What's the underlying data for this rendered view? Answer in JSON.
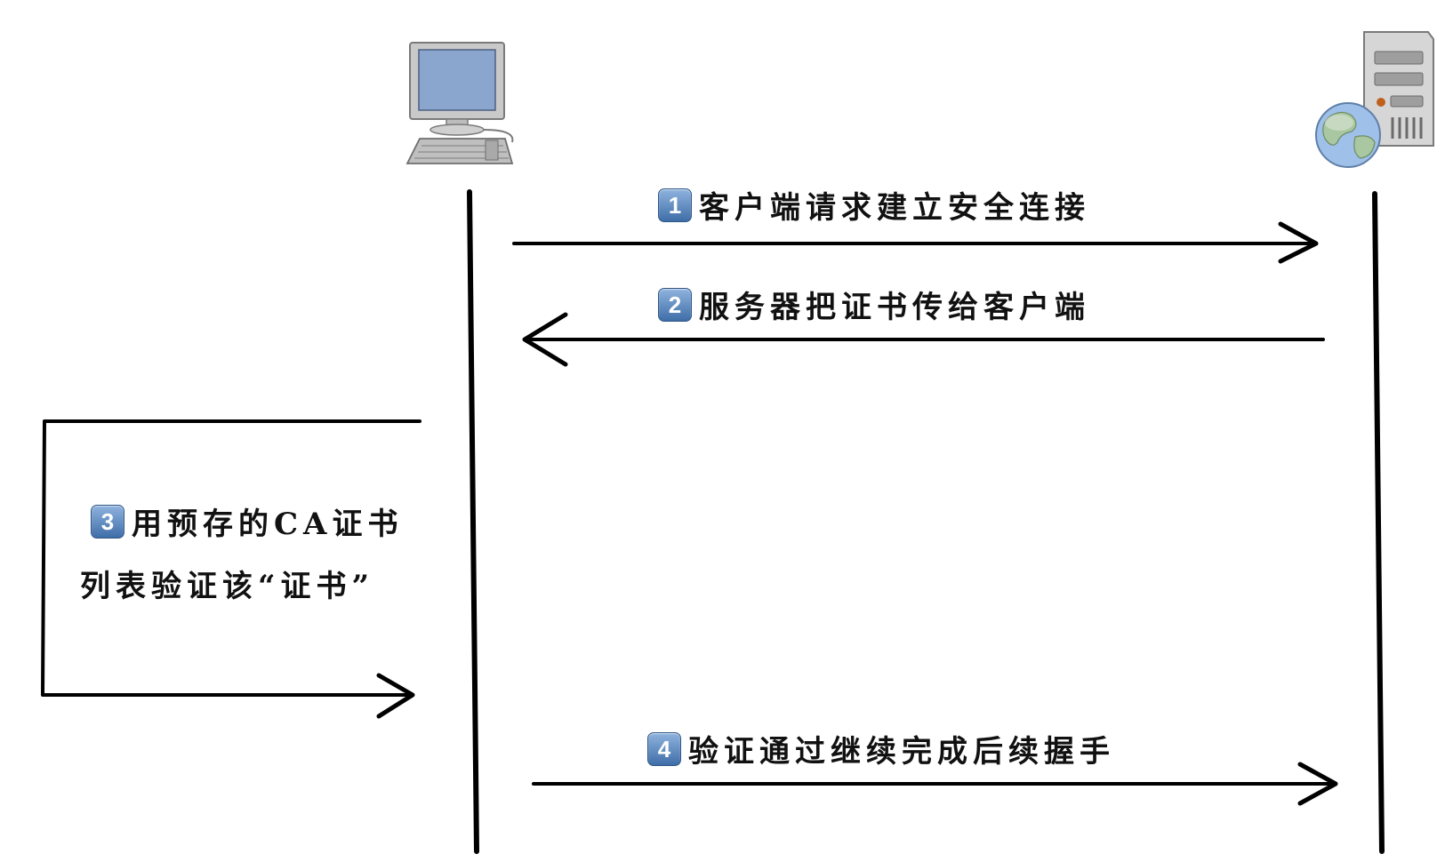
{
  "steps": [
    {
      "badge": "1",
      "label": "客户端请求建立安全连接"
    },
    {
      "badge": "2",
      "label": "服务器把证书传给客户端"
    },
    {
      "badge": "3",
      "label_line1": "用预存的CA证书",
      "label_line2": "列表验证该“证书”"
    },
    {
      "badge": "4",
      "label": "验证通过继续完成后续握手"
    }
  ],
  "icons": {
    "client": "desktop-computer-icon",
    "server": "server-globe-icon"
  },
  "colors": {
    "line": "#000000",
    "badge_top": "#8fb3de",
    "badge_bottom": "#3f6ea8",
    "monitor_screen": "#8aa6cf",
    "device_body": "#c8c8c8"
  }
}
